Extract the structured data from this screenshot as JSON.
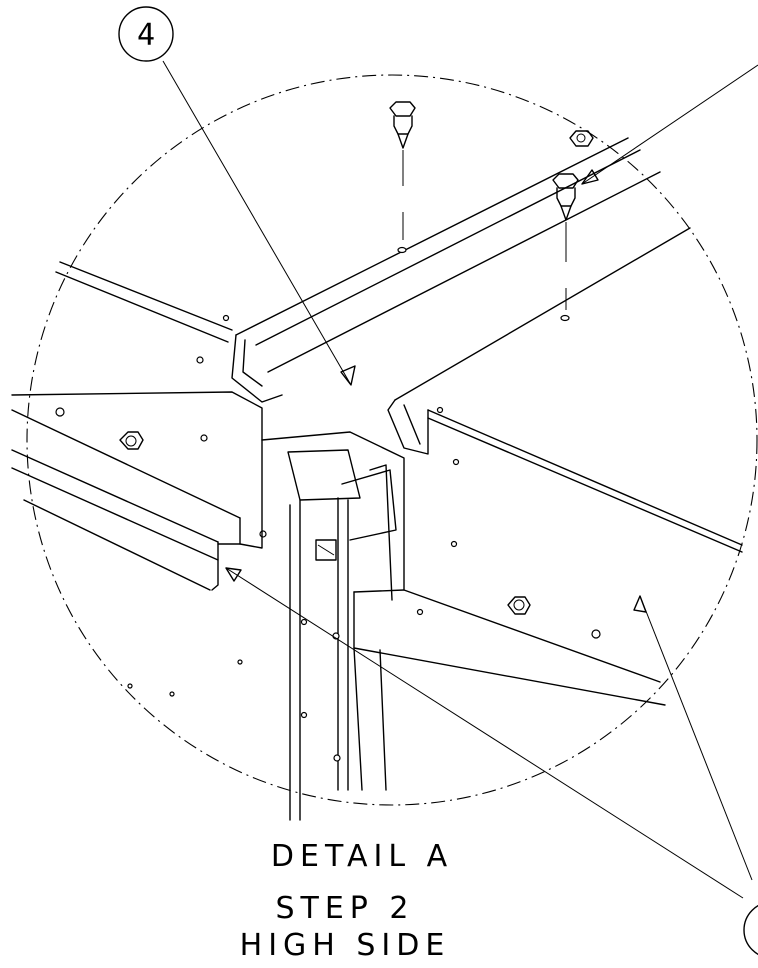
{
  "callouts": {
    "top_left": "4",
    "bottom_right": ""
  },
  "caption": {
    "detail": "DETAIL A",
    "step": "STEP 2",
    "side": "HIGH SIDE"
  }
}
